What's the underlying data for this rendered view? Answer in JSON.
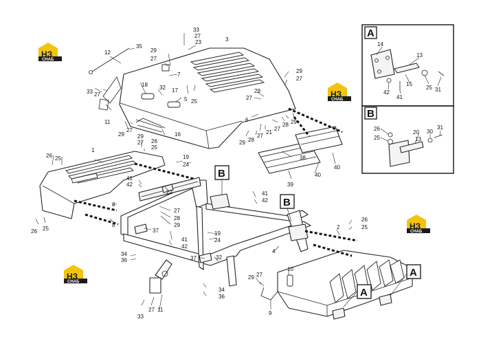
{
  "logo": {
    "mark": "НЗ",
    "sub": "СНАБ",
    "colors": {
      "yellow": "#f2c40f",
      "black": "#1a1a1a"
    }
  },
  "insets": {
    "a": {
      "letter": "A",
      "labels": [
        "14",
        "13",
        "42",
        "41",
        "15",
        "25",
        "31"
      ]
    },
    "b": {
      "letter": "B",
      "labels": [
        "26",
        "25",
        "20",
        "30",
        "31",
        "13"
      ]
    }
  },
  "callouts": {
    "b1": "B",
    "b2": "B",
    "a1": "A",
    "a2": "A"
  },
  "labels": {
    "l1": "33",
    "l2": "27",
    "l3": "23",
    "l4": "3",
    "l5": "12",
    "l6": "35",
    "l7": "29",
    "l8": "27",
    "l9": "7",
    "l10": "29",
    "l11": "27",
    "l12": "18",
    "l13": "32",
    "l14": "17",
    "l15": "5",
    "l16": "25",
    "l17": "33",
    "l18": "27",
    "l19": "11",
    "l20": "29",
    "l21": "27",
    "l22": "29",
    "l23": "27",
    "l24": "6",
    "l25": "21",
    "l26": "27",
    "l27": "28",
    "l28": "29",
    "l29": "29",
    "l30": "28",
    "l31": "27",
    "l32": "16",
    "l33": "29",
    "l34": "27",
    "l35": "26",
    "l36": "25",
    "l37": "1",
    "l38": "26",
    "l39": "25",
    "l40": "19",
    "l41": "24",
    "l42": "41",
    "l43": "42",
    "l44": "22",
    "l45": "38",
    "l46": "40",
    "l47": "39",
    "l48": "40",
    "l49": "8",
    "l50": "26",
    "l51": "25",
    "l52": "8",
    "l53": "27",
    "l54": "28",
    "l55": "29",
    "l56": "37",
    "l57": "41",
    "l58": "42",
    "l59": "41",
    "l60": "42",
    "l61": "26",
    "l62": "25",
    "l63": "19",
    "l64": "24",
    "l65": "2",
    "l66": "34",
    "l67": "36",
    "l68": "4",
    "l69": "37",
    "l70": "32",
    "l71": "34",
    "l72": "36",
    "l73": "10",
    "l74": "29",
    "l75": "27",
    "l76": "33",
    "l77": "27",
    "l78": "11",
    "l79": "9"
  }
}
